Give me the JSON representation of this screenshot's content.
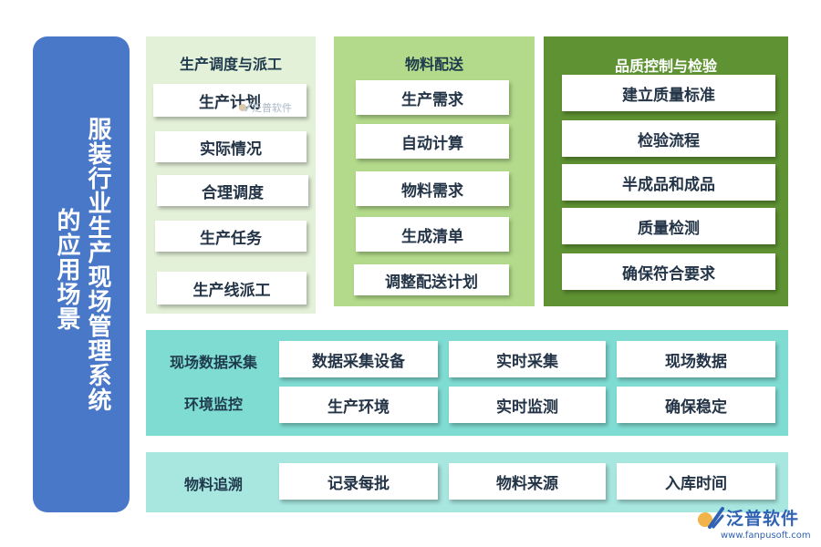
{
  "system_title": "服装行业生产现场管理系统",
  "system_subtitle": "的应用场景",
  "colors": {
    "left_panel": "#4a78c8",
    "panel_light_green": "#e4f1d9",
    "panel_mid_green": "#b2da8a",
    "panel_dark_green": "#5e9232",
    "panel_teal": "#7fdcd2",
    "panel_light_teal": "#a8e6e0"
  },
  "sections": {
    "production_dispatch": {
      "title": "生产调度与派工",
      "items": [
        "生产计划",
        "实际情况",
        "合理调度",
        "生产任务",
        "生产线派工"
      ]
    },
    "material_delivery": {
      "title": "物料配送",
      "items": [
        "生产需求",
        "自动计算",
        "物料需求",
        "生成清单",
        "调整配送计划"
      ]
    },
    "quality_control": {
      "title": "品质控制与检验",
      "items": [
        "建立质量标准",
        "检验流程",
        "半成品和成品",
        "质量检测",
        "确保符合要求"
      ]
    }
  },
  "data_panel": {
    "label_1": "现场数据采集",
    "label_2": "环境监控",
    "row1": [
      "数据采集设备",
      "实时采集",
      "现场数据"
    ],
    "row2": [
      "生产环境",
      "实时监测",
      "确保稳定"
    ]
  },
  "trace_panel": {
    "label": "物料追溯",
    "row": [
      "记录每批",
      "物料来源",
      "入库时间"
    ]
  },
  "watermark_inner": "泛普软件",
  "watermark": {
    "brand": "泛普软件",
    "url": "www.fanpusoft.com"
  }
}
